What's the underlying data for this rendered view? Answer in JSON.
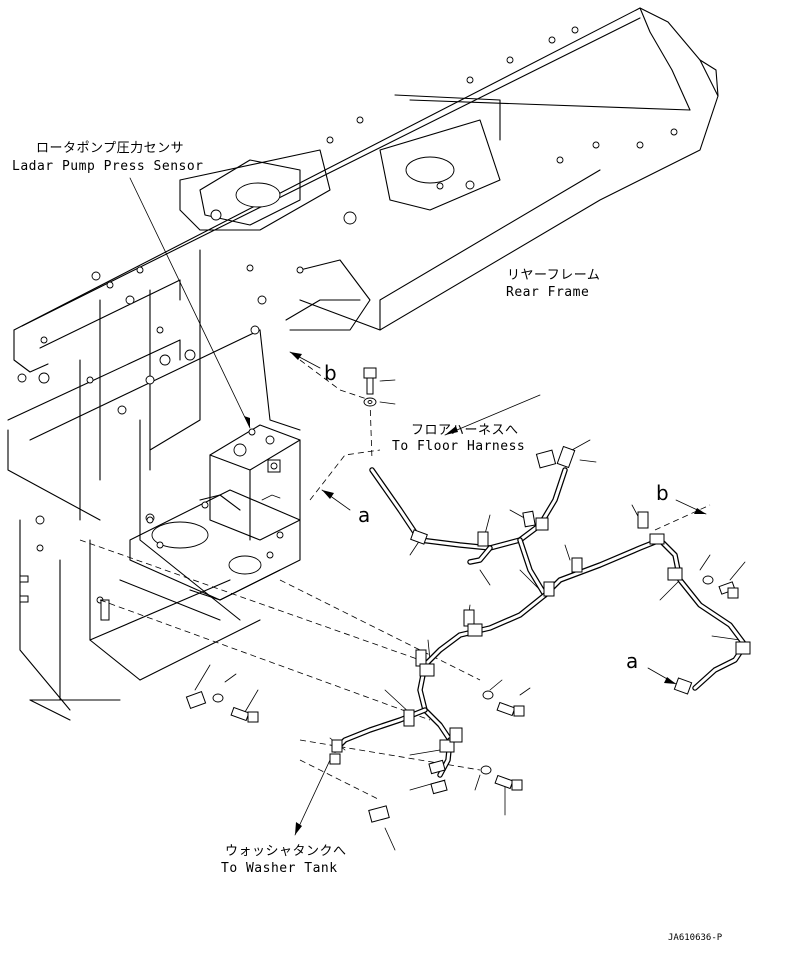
{
  "labels": {
    "sensor_jp": "ロータポンプ圧力センサ",
    "sensor_en": "Ladar Pump Press Sensor",
    "frame_jp": "リヤーフレーム",
    "frame_en": "Rear Frame",
    "floor_jp": "フロアハーネスへ",
    "floor_en": "To Floor Harness",
    "washer_jp": "ウォッシャタンクへ",
    "washer_en": "To Washer Tank",
    "ref_a_left": "a",
    "ref_b_left": "b",
    "ref_a_right": "a",
    "ref_b_right": "b",
    "drawing_code": "JA610636-P"
  }
}
